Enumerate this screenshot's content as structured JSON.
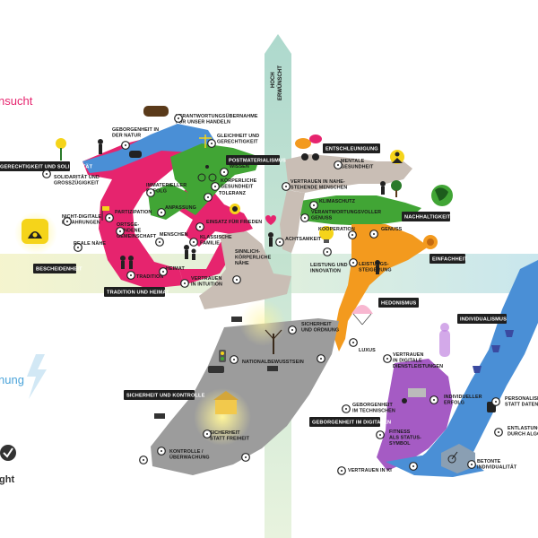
{
  "side_words": {
    "top": "nsucht",
    "bottom": "nung"
  },
  "brand": {
    "text": "ght"
  },
  "axis": {
    "top_line1": "HOCH",
    "top_line2": "ERWÜNSCHT"
  },
  "colors": {
    "pink": "#e6246e",
    "green": "#41a535",
    "blue": "#4a8fd6",
    "orange": "#f39a1e",
    "purple": "#a55bc4",
    "grey": "#9c9c9c",
    "taupe": "#c9beb5",
    "vertical_axis": "#a8d8c8",
    "horizontal_axis": "#c8e6ea",
    "tag_bg": "#1f1f1f",
    "side_pink": "#e6246e",
    "side_blue": "#4aa3d9"
  },
  "tags": {
    "gerechtigkeit": "GERECHTIGKEIT UND SOLIDARITÄT",
    "bescheidenheit": "BESCHEIDENHEIT",
    "tradition": "TRADITION UND HEIMAT",
    "postmaterialismus": "POSTMATERIALISMUS",
    "entschleunigung": "ENTSCHLEUNIGUNG",
    "nachhaltigkeit": "NACHHALTIGKEIT",
    "einfachheit": "EINFACHHEIT",
    "hedonismus": "HEDONISMUS",
    "individualismus": "INDIVIDUALISMUS",
    "sicherheit": "SICHERHEIT UND KONTROLLE",
    "geborgenheit_digital": "GEBORGENHEIT IM DIGITALEN"
  },
  "labels": {
    "verantwortungsuebernahme": [
      "VERANTWORTUNGSÜBERNAHME",
      "FÜR UNSER HANDELN"
    ],
    "geborgenheit_natur": [
      "GEBORGENHEIT IN",
      "DER NATUR"
    ],
    "gleichheit": [
      "GLEICHHEIT UND",
      "GERECHTIGKEIT"
    ],
    "solidaritaet": [
      "SOLIDARITÄT UND",
      "GROSSZÜGIGKEIT"
    ],
    "immaterieller": [
      "IMMATERIELLER",
      "ERFOLG"
    ],
    "wissen": [
      "WISSEN"
    ],
    "koerperliche_gesundheit": [
      "KÖRPERLICHE",
      "GESUNDHEIT"
    ],
    "toleranz": [
      "TOLERANZ"
    ],
    "nicht_digitale": [
      "NICHT-DIGITALE",
      "ERFAHRUNGEN"
    ],
    "partizipation": [
      "PARTIZIPATION"
    ],
    "anpassung": [
      "ANPASSUNG"
    ],
    "ortsgebundene": [
      "ORTSGE-",
      "BUNDENE",
      "GEMEINSCHAFT"
    ],
    "einsatz_frieden": [
      "EINSATZ FÜR FRIEDEN"
    ],
    "reale_naehe": [
      "REALE NÄHE"
    ],
    "menschen": [
      "MENSCHEN"
    ],
    "klassische_familie": [
      "KLASSISCHE",
      "FAMILIE"
    ],
    "tradition_small": [
      "TRADITION"
    ],
    "heimat": [
      "HEIMAT"
    ],
    "sinnlich": [
      "SINNLICH-",
      "KÖRPERLICHE",
      "NÄHE"
    ],
    "vertrauen_intuition": [
      "VERTRAUEN",
      "IN INTUITION"
    ],
    "mentale_gesundheit": [
      "MENTALE",
      "GESUNDHEIT"
    ],
    "vertrauen_nahestehende": [
      "VERTRAUEN IN NAHE-",
      "STEHENDE MENSCHEN"
    ],
    "klimaschutz": [
      "KLIMASCHUTZ"
    ],
    "verantwortungsvoller": [
      "VERANTWORTUNGSVOLLER",
      "GENUSS"
    ],
    "achtsamkeit": [
      "ACHTSAMKEIT"
    ],
    "kooperation": [
      "KOOPERATION"
    ],
    "genuss": [
      "GENUSS"
    ],
    "leistung_innovation": [
      "LEISTUNG UND",
      "INNOVATION"
    ],
    "leistungssteigerung": [
      "LEISTUNGS-",
      "STEIGERUNG"
    ],
    "luxus": [
      "LUXUS"
    ],
    "sicherheit_ordnung": [
      "SICHERHEIT",
      "UND ORDNUNG"
    ],
    "nationalbewusstsein": [
      "NATIONALBEWUSSTSEIN"
    ],
    "sicherheit_freiheit": [
      "SICHERHEIT",
      "STATT FREIHEIT"
    ],
    "kontrolle": [
      "KONTROLLE /",
      "ÜBERWACHUNG"
    ],
    "vertrauen_digitale": [
      "VERTRAUEN",
      "IN DIGITALE",
      "DIENSTLEISTUNGEN"
    ],
    "geborgenheit_technischen": [
      "GEBORGENHEIT",
      "IM TECHNISCHEN"
    ],
    "individueller_erfolg": [
      "INDIVIDUELLER",
      "ERFOLG"
    ],
    "personalisierung": [
      "PERSONALISIERUNG",
      "STATT DATEN-SOUV"
    ],
    "fitness": [
      "FITNESS",
      "ALS STATUS-",
      "SYMBOL"
    ],
    "entlastung": [
      "ENTLASTUNG",
      "DURCH ALGORITHMEN"
    ],
    "betonte_individualitaet": [
      "BETONTE",
      "INDIVIDUALITÄT"
    ],
    "vertrauen_ki": [
      "VERTRAUEN IN KI"
    ]
  },
  "icons": {
    "lighthouse": "lighthouse-icon",
    "lightbulb": "lightbulb-icon",
    "parachute": "parachute-icon",
    "globe": "globe-icon",
    "house": "house-icon",
    "camera": "surveillance-camera-icon",
    "trophy": "trophy-icon",
    "car": "car-icon",
    "scale": "scale-icon"
  }
}
